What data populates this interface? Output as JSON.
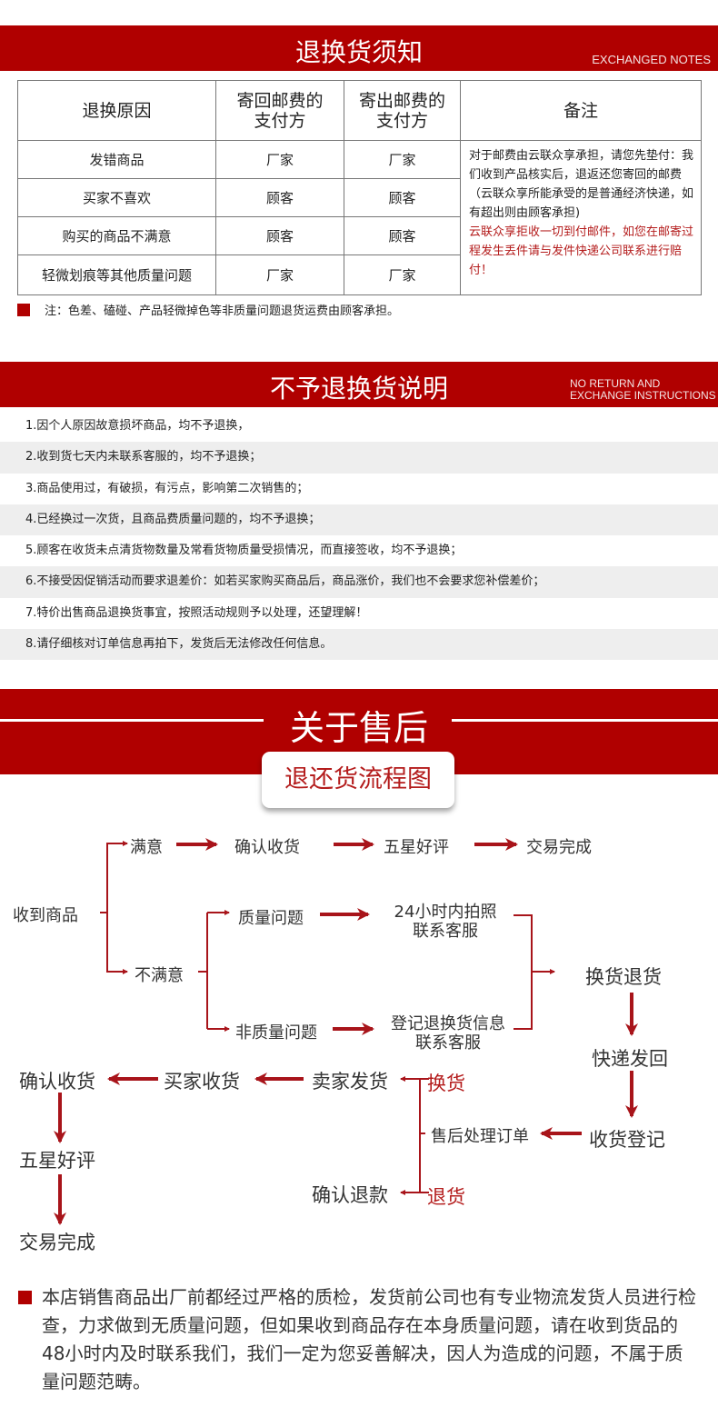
{
  "section1": {
    "title": "退换货须知",
    "subtitle_en": "EXCHANGED NOTES",
    "table": {
      "headers": [
        "退换原因",
        "寄回邮费的支付方",
        "寄出邮费的支付方",
        "备注"
      ],
      "header_lines": [
        [
          "退换原因"
        ],
        [
          "寄回邮费的",
          "支付方"
        ],
        [
          "寄出邮费的",
          "支付方"
        ],
        [
          "备注"
        ]
      ],
      "rows": [
        {
          "reason": "发错商品",
          "return_payer": "厂家",
          "send_payer": "厂家"
        },
        {
          "reason": "买家不喜欢",
          "return_payer": "顾客",
          "send_payer": "顾客"
        },
        {
          "reason": "购买的商品不满意",
          "return_payer": "顾客",
          "send_payer": "顾客"
        },
        {
          "reason": "轻微划痕等其他质量问题",
          "return_payer": "厂家",
          "send_payer": "厂家"
        }
      ],
      "remark_black": "对于邮费由云联众享承担，请您先垫付：我们收到产品核实后，退返还您寄回的邮费（云联众享所能承受的是普通经济快递，如有超出则由顾客承担)",
      "remark_red": "云联众享拒收一切到付邮件，如您在邮寄过程发生丢件请与发件快递公司联系进行赔付！"
    },
    "note": "注：色差、磕碰、产品轻微掉色等非质量问题退货运费由顾客承担。"
  },
  "section2": {
    "title": "不予退换货说明",
    "subtitle_en_line1": "NO RETURN AND",
    "subtitle_en_line2": "EXCHANGE INSTRUCTIONS",
    "rules": [
      "1.因个人原因故意损坏商品，均不予退换，",
      "2.收到货七天内未联系客服的，均不予退换；",
      "3.商品使用过，有破损，有污点，影响第二次销售的；",
      "4.已经换过一次货，且商品费质量问题的，均不予退换；",
      "5.顾客在收货未点清货物数量及常看货物质量受损情况，而直接签收，均不予退换；",
      "6.不接受因促销活动而要求退差价：如若买家购买商品后，商品涨价，我们也不会要求您补偿差价；",
      "7.特价出售商品退换货事宜，按照活动规则予以处理，还望理解！",
      "8.请仔细核对订单信息再拍下，发货后无法修改任何信息。"
    ]
  },
  "section3": {
    "title": "关于售后",
    "flow_title": "退还货流程图",
    "flow": {
      "receive": "收到商品",
      "satisfied": "满意",
      "confirm_receipt": "确认收货",
      "five_star": "五星好评",
      "deal_done": "交易完成",
      "unsatisfied": "不满意",
      "quality_issue": "质量问题",
      "photo_24h_l1": "24小时内拍照",
      "photo_24h_l2": "联系客服",
      "non_quality_issue": "非质量问题",
      "register_l1": "登记退换货信息",
      "register_l2": "联系客服",
      "exchange_return": "换货退货",
      "express_back": "快递发回",
      "receive_register": "收货登记",
      "after_sale_order": "售后处理订单",
      "exchange": "换货",
      "return": "退货",
      "seller_ship": "卖家发货",
      "buyer_receive": "买家收货",
      "confirm_receipt2": "确认收货",
      "five_star2": "五星好评",
      "deal_done2": "交易完成",
      "confirm_refund": "确认退款"
    },
    "footer_note": "本店销售商品出厂前都经过严格的质检，发货前公司也有专业物流发货人员进行检查，力求做到无质量问题，但如果收到商品存在本身质量问题，请在收到货品的48小时内及时联系我们，我们一定为您妥善解决，因人为造成的问题，不属于质量问题范畴。"
  },
  "colors": {
    "brand_red": "#b00000",
    "text_red": "#b41c1c",
    "alt_row": "#eeeeee"
  }
}
